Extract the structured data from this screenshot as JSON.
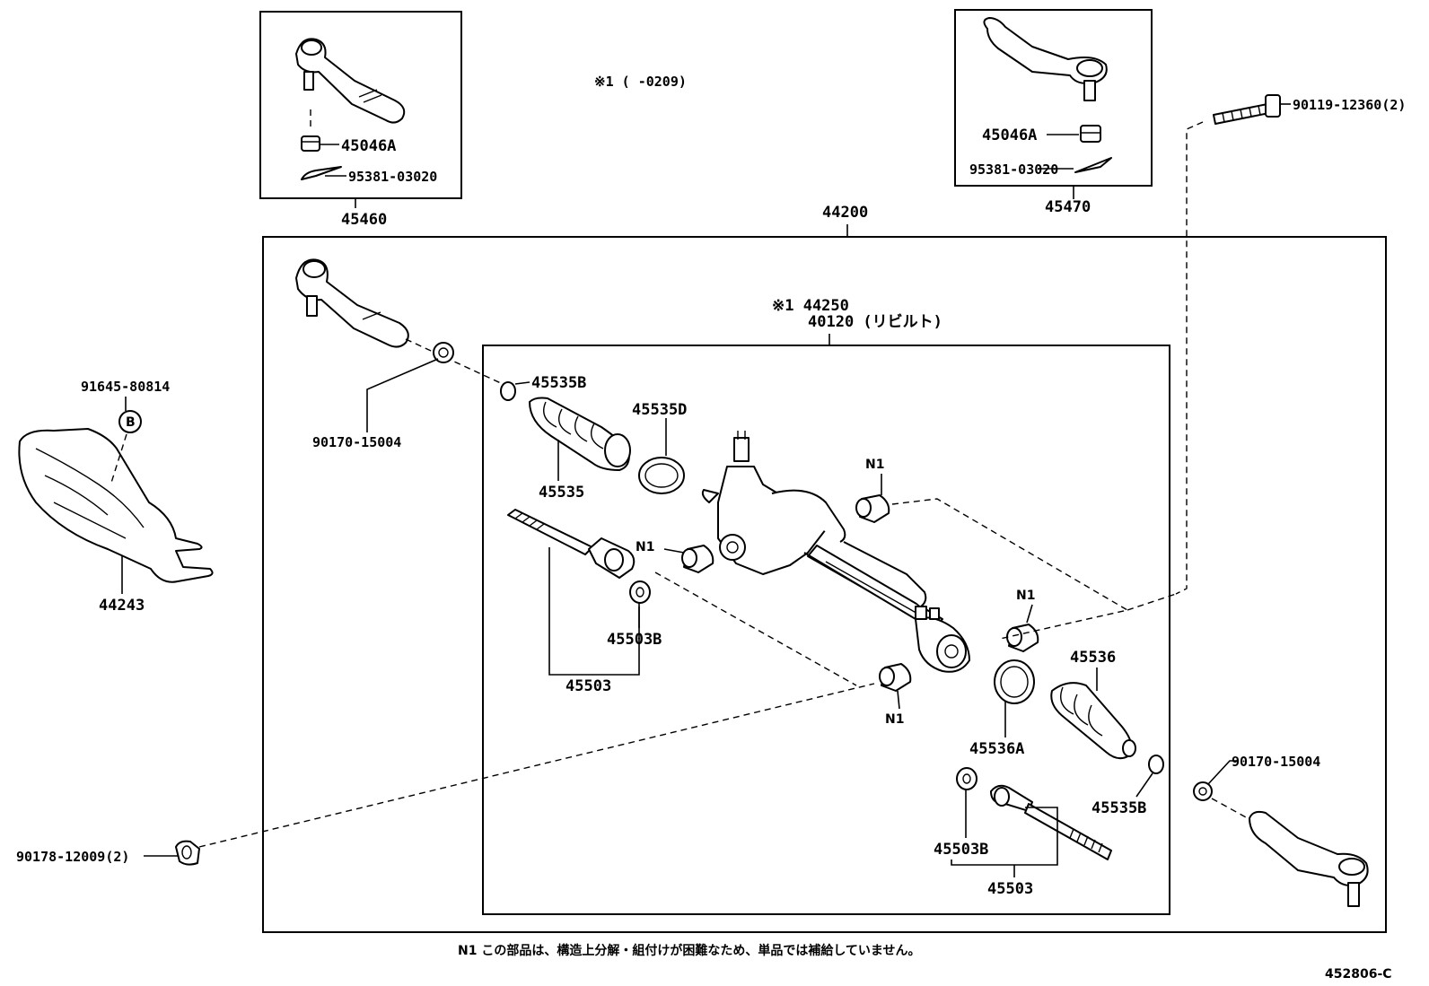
{
  "note_ref": "※1 ( -0209)",
  "assembly": {
    "main": "44200",
    "gear_line1": "※1 44250",
    "gear_line2": "40120 (リビルト)"
  },
  "left_end_kit": {
    "box_label": "45460",
    "nut": "45046A",
    "pin": "95381-03020"
  },
  "right_end_kit": {
    "box_label": "45470",
    "nut": "45046A",
    "pin": "95381-03020"
  },
  "parts": {
    "bolt_top_right": "90119-12360(2)",
    "nut_left_end": "90170-15004",
    "clamp_left_small": "45535B",
    "clamp_left_large": "45535D",
    "boot_left": "45535",
    "washer_left": "45503B",
    "rod_left": "45503",
    "clip_insulator": "91645-80814",
    "clip_marker": "B",
    "insulator": "44243",
    "bushing_n1_a": "N1",
    "bushing_n1_b": "N1",
    "bushing_n1_c": "N1",
    "bushing_n1_d": "N1",
    "boot_right": "45536",
    "clamp_right_large": "45536A",
    "clamp_right_small": "45535B",
    "nut_right_end": "90170-15004",
    "washer_right": "45503B",
    "rod_right": "45503",
    "bolt_bottom_left": "90178-12009(2)"
  },
  "footnote": "N1 この部品は、構造上分解・組付けが困難なため、単品では補給していません。",
  "figure_id": "452806-C"
}
